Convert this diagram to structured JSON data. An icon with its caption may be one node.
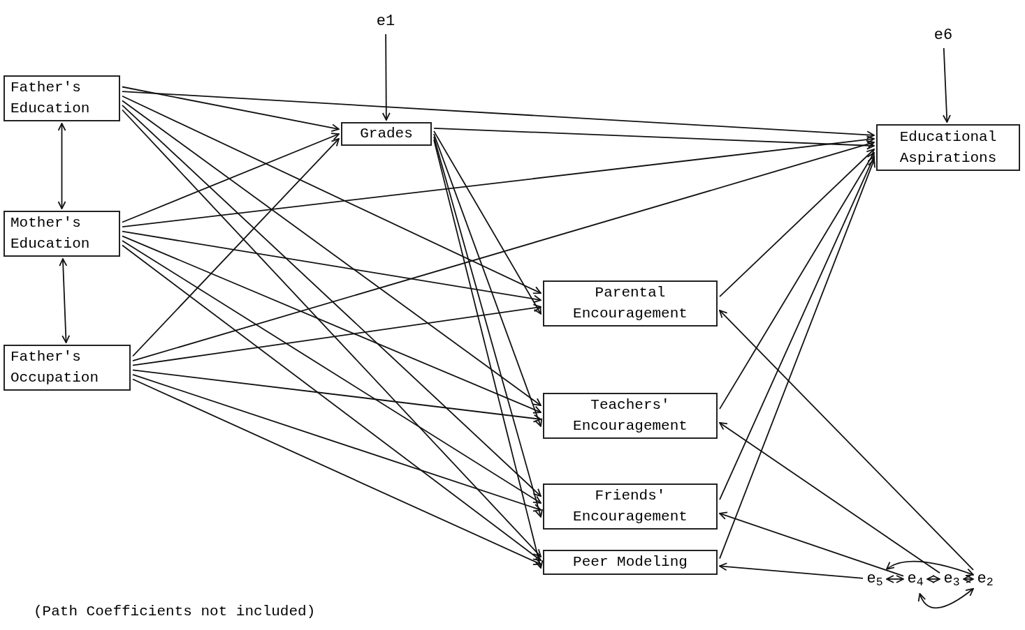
{
  "diagram": {
    "caption": "(Path Coefficients not included)",
    "nodes": [
      {
        "text": [
          "Father's Education"
        ]
      },
      {
        "text": [
          "Mother's Education"
        ]
      },
      {
        "text": [
          "Father's Occupation"
        ]
      },
      {
        "text": [
          "e1"
        ]
      },
      {
        "text": [
          "Grades"
        ]
      },
      {
        "text": [
          "e6"
        ]
      },
      {
        "text": [
          "Educational Aspirations"
        ]
      },
      {
        "text": [
          "Parental Encouragement"
        ]
      },
      {
        "text": [
          "Teachers' Encouragement"
        ]
      },
      {
        "text": [
          "Friends' Encouragement"
        ]
      },
      {
        "text": [
          "Peer Modeling"
        ]
      },
      {
        "text": [
          "e$_{5}$"
        ]
      },
      {
        "text": [
          "e$_{4}$"
        ]
      },
      {
        "text": [
          "e$_{3}$"
        ]
      },
      {
        "text": [
          "e$_{2}$"
        ]
      }
    ],
    "edges": [
      {
        "from": 3,
        "to": 4,
        "arrow": "to"
      },
      {
        "from": 5,
        "to": 6,
        "arrow": "to"
      },
      {
        "from": 0,
        "to": 1,
        "arrow": "both"
      },
      {
        "from": 1,
        "to": 2,
        "arrow": "both"
      },
      {
        "from": 0,
        "to": 4,
        "arrow": "to"
      },
      {
        "from": 0,
        "to": 6,
        "arrow": "to"
      },
      {
        "from": 0,
        "to": 7,
        "arrow": "to"
      },
      {
        "from": 0,
        "to": 8,
        "arrow": "to"
      },
      {
        "from": 0,
        "to": 9,
        "arrow": "to"
      },
      {
        "from": 0,
        "to": 10,
        "arrow": "to"
      },
      {
        "from": 1,
        "to": 4,
        "arrow": "to"
      },
      {
        "from": 1,
        "to": 6,
        "arrow": "to"
      },
      {
        "from": 1,
        "to": 7,
        "arrow": "to"
      },
      {
        "from": 1,
        "to": 8,
        "arrow": "to"
      },
      {
        "from": 1,
        "to": 9,
        "arrow": "to"
      },
      {
        "from": 1,
        "to": 10,
        "arrow": "to"
      },
      {
        "from": 2,
        "to": 4,
        "arrow": "to"
      },
      {
        "from": 2,
        "to": 6,
        "arrow": "to"
      },
      {
        "from": 2,
        "to": 7,
        "arrow": "to"
      },
      {
        "from": 2,
        "to": 8,
        "arrow": "to"
      },
      {
        "from": 2,
        "to": 9,
        "arrow": "to"
      },
      {
        "from": 2,
        "to": 10,
        "arrow": "to"
      },
      {
        "from": 4,
        "to": 6,
        "arrow": "to"
      },
      {
        "from": 4,
        "to": 7,
        "arrow": "to"
      },
      {
        "from": 4,
        "to": 8,
        "arrow": "to"
      },
      {
        "from": 4,
        "to": 9,
        "arrow": "to"
      },
      {
        "from": 4,
        "to": 10,
        "arrow": "to"
      },
      {
        "from": 7,
        "to": 6,
        "arrow": "to"
      },
      {
        "from": 8,
        "to": 6,
        "arrow": "to"
      },
      {
        "from": 9,
        "to": 6,
        "arrow": "to"
      },
      {
        "from": 10,
        "to": 6,
        "arrow": "to"
      },
      {
        "from": 14,
        "to": 7,
        "arrow": "to"
      },
      {
        "from": 13,
        "to": 8,
        "arrow": "to"
      },
      {
        "from": 12,
        "to": 9,
        "arrow": "to"
      },
      {
        "from": 11,
        "to": 10,
        "arrow": "to"
      },
      {
        "from": 11,
        "to": 12,
        "arrow": "both"
      },
      {
        "from": 12,
        "to": 13,
        "arrow": "both"
      },
      {
        "from": 13,
        "to": 14,
        "arrow": "both"
      },
      {
        "from": 12,
        "to": 14,
        "arrow": "both"
      },
      {
        "from": 11,
        "to": 14,
        "arrow": "both"
      }
    ]
  }
}
